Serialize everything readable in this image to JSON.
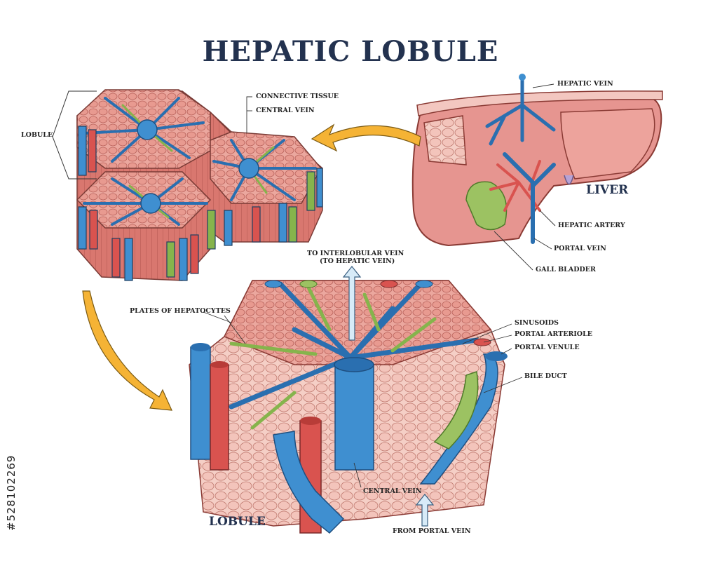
{
  "title": "HEPATIC LOBULE",
  "labels": {
    "lobule_top": "LOBULE",
    "connective_tissue": "CONNECTIVE TISSUE",
    "central_vein_top": "CENTRAL VEIN",
    "hepatic_vein": "HEPATIC VEIN",
    "liver": "LIVER",
    "hepatic_artery": "HEPATIC ARTERY",
    "portal_vein": "PORTAL VEIN",
    "gall_bladder": "GALL BLADDER",
    "to_interlobular_1": "TO INTERLOBULAR VEIN",
    "to_interlobular_2": "(TO HEPATIC VEIN)",
    "plates_of_hepatocytes": "PLATES OF HEPATOCYTES",
    "sinusoids": "SINUSOIDS",
    "portal_arteriole": "PORTAL ARTERIOLE",
    "portal_venule": "PORTAL VENULE",
    "bile_duct": "BILE DUCT",
    "central_vein_bottom": "CENTRAL VEIN",
    "lobule_bottom": "LOBULE",
    "from_portal_vein": "FROM PORTAL VEIN"
  },
  "watermark": "#528102269",
  "colors": {
    "vein": "#3f8fd0",
    "artery": "#d9534f",
    "bile": "#9cc262",
    "tissue": "#e29a92",
    "tissue_light": "#f2c1b8",
    "arrow": "#f5b335",
    "text": "#23324f"
  }
}
